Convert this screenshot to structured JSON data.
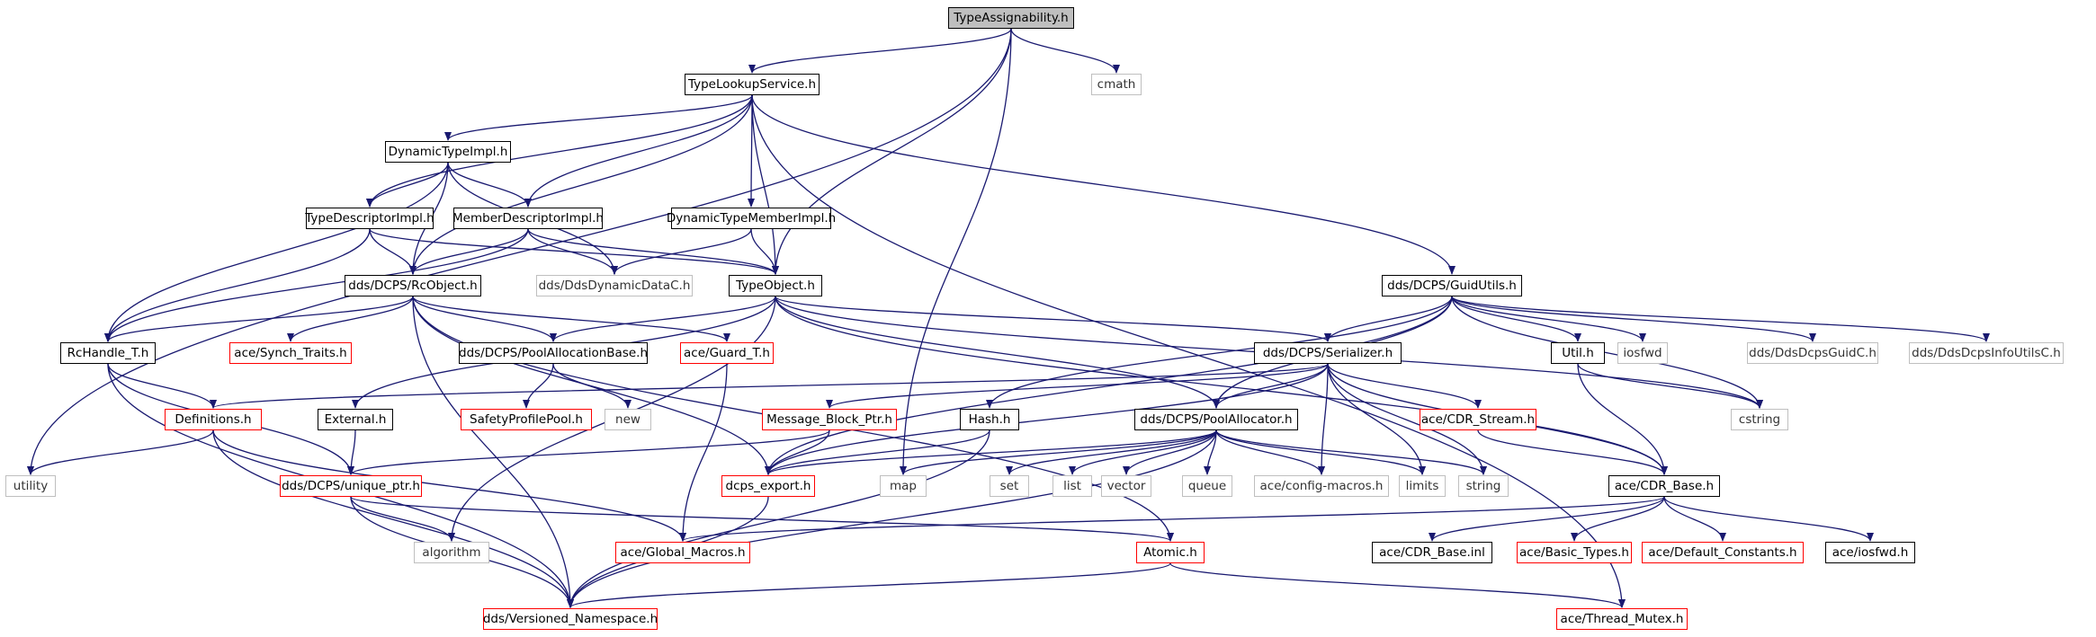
{
  "diagram": {
    "title": "TypeAssignability.h",
    "colors": {
      "edge": "#191970",
      "normal_border": "#000000",
      "incomplete_border": "#ff0000",
      "external_border": "#bfbfbf",
      "root_fill": "#bfbfbf"
    },
    "nodes": [
      {
        "id": "typeassignability",
        "label": "TypeAssignability.h",
        "kind": "root"
      },
      {
        "id": "typelookupservice",
        "label": "TypeLookupService.h",
        "kind": "black"
      },
      {
        "id": "cmath",
        "label": "cmath",
        "kind": "gray"
      },
      {
        "id": "dynamictypeimpl",
        "label": "DynamicTypeImpl.h",
        "kind": "black"
      },
      {
        "id": "typedescriptorimpl",
        "label": "TypeDescriptorImpl.h",
        "kind": "black"
      },
      {
        "id": "memberdescriptorimpl",
        "label": "MemberDescriptorImpl.h",
        "kind": "black"
      },
      {
        "id": "dynamictypememberimpl",
        "label": "DynamicTypeMemberImpl.h",
        "kind": "black"
      },
      {
        "id": "rcobject",
        "label": "dds/DCPS/RcObject.h",
        "kind": "black"
      },
      {
        "id": "ddsdynamicdatac",
        "label": "dds/DdsDynamicDataC.h",
        "kind": "gray"
      },
      {
        "id": "typeobject",
        "label": "TypeObject.h",
        "kind": "black"
      },
      {
        "id": "guidutils",
        "label": "dds/DCPS/GuidUtils.h",
        "kind": "black"
      },
      {
        "id": "rchandle",
        "label": "RcHandle_T.h",
        "kind": "black"
      },
      {
        "id": "synchtraits",
        "label": "ace/Synch_Traits.h",
        "kind": "red"
      },
      {
        "id": "poolallocationbase",
        "label": "dds/DCPS/PoolAllocationBase.h",
        "kind": "black"
      },
      {
        "id": "guardt",
        "label": "ace/Guard_T.h",
        "kind": "red"
      },
      {
        "id": "serializer",
        "label": "dds/DCPS/Serializer.h",
        "kind": "black"
      },
      {
        "id": "utilh",
        "label": "Util.h",
        "kind": "black"
      },
      {
        "id": "iosfwd",
        "label": "iosfwd",
        "kind": "gray"
      },
      {
        "id": "ddsdcpsguidc",
        "label": "dds/DdsDcpsGuidC.h",
        "kind": "gray"
      },
      {
        "id": "ddsdcpsinfoutilsc",
        "label": "dds/DdsDcpsInfoUtilsC.h",
        "kind": "gray"
      },
      {
        "id": "definitions",
        "label": "Definitions.h",
        "kind": "red"
      },
      {
        "id": "externalh",
        "label": "External.h",
        "kind": "black"
      },
      {
        "id": "safetyprofilepool",
        "label": "SafetyProfilePool.h",
        "kind": "red"
      },
      {
        "id": "new",
        "label": "new",
        "kind": "gray"
      },
      {
        "id": "messageblockptr",
        "label": "Message_Block_Ptr.h",
        "kind": "red"
      },
      {
        "id": "hashh",
        "label": "Hash.h",
        "kind": "black"
      },
      {
        "id": "poolallocator",
        "label": "dds/DCPS/PoolAllocator.h",
        "kind": "black"
      },
      {
        "id": "cdrstream",
        "label": "ace/CDR_Stream.h",
        "kind": "red"
      },
      {
        "id": "cstring",
        "label": "cstring",
        "kind": "gray"
      },
      {
        "id": "utility",
        "label": "utility",
        "kind": "gray"
      },
      {
        "id": "uniqueptr",
        "label": "dds/DCPS/unique_ptr.h",
        "kind": "red"
      },
      {
        "id": "dcpsexport",
        "label": "dcps_export.h",
        "kind": "red"
      },
      {
        "id": "map",
        "label": "map",
        "kind": "gray"
      },
      {
        "id": "set",
        "label": "set",
        "kind": "gray"
      },
      {
        "id": "list",
        "label": "list",
        "kind": "gray"
      },
      {
        "id": "vector",
        "label": "vector",
        "kind": "gray"
      },
      {
        "id": "queue",
        "label": "queue",
        "kind": "gray"
      },
      {
        "id": "configmacros",
        "label": "ace/config-macros.h",
        "kind": "gray"
      },
      {
        "id": "limits",
        "label": "limits",
        "kind": "gray"
      },
      {
        "id": "string",
        "label": "string",
        "kind": "gray"
      },
      {
        "id": "cdrbase",
        "label": "ace/CDR_Base.h",
        "kind": "black"
      },
      {
        "id": "algorithm",
        "label": "algorithm",
        "kind": "gray"
      },
      {
        "id": "globalmacros",
        "label": "ace/Global_Macros.h",
        "kind": "red"
      },
      {
        "id": "atomic",
        "label": "Atomic.h",
        "kind": "red"
      },
      {
        "id": "cdrbaseinl",
        "label": "ace/CDR_Base.inl",
        "kind": "black"
      },
      {
        "id": "basictypes",
        "label": "ace/Basic_Types.h",
        "kind": "red"
      },
      {
        "id": "defaultconstants",
        "label": "ace/Default_Constants.h",
        "kind": "red"
      },
      {
        "id": "aceiosfwd",
        "label": "ace/iosfwd.h",
        "kind": "black"
      },
      {
        "id": "versionednamespace",
        "label": "dds/Versioned_Namespace.h",
        "kind": "red"
      },
      {
        "id": "threadmutex",
        "label": "ace/Thread_Mutex.h",
        "kind": "red"
      }
    ],
    "edges": [
      [
        "typeassignability",
        "typelookupservice"
      ],
      [
        "typeassignability",
        "cmath"
      ],
      [
        "typeassignability",
        "utility"
      ],
      [
        "typeassignability",
        "typeobject"
      ],
      [
        "typeassignability",
        "map"
      ],
      [
        "typelookupservice",
        "dynamictypeimpl"
      ],
      [
        "typelookupservice",
        "typedescriptorimpl"
      ],
      [
        "typelookupservice",
        "memberdescriptorimpl"
      ],
      [
        "typelookupservice",
        "dynamictypememberimpl"
      ],
      [
        "typelookupservice",
        "rcobject"
      ],
      [
        "typelookupservice",
        "typeobject"
      ],
      [
        "typelookupservice",
        "guidutils"
      ],
      [
        "typelookupservice",
        "threadmutex"
      ],
      [
        "dynamictypeimpl",
        "typedescriptorimpl"
      ],
      [
        "dynamictypeimpl",
        "memberdescriptorimpl"
      ],
      [
        "dynamictypeimpl",
        "rcobject"
      ],
      [
        "dynamictypeimpl",
        "ddsdynamicdatac"
      ],
      [
        "dynamictypeimpl",
        "rchandle"
      ],
      [
        "typedescriptorimpl",
        "rcobject"
      ],
      [
        "typedescriptorimpl",
        "typeobject"
      ],
      [
        "typedescriptorimpl",
        "rchandle"
      ],
      [
        "memberdescriptorimpl",
        "rcobject"
      ],
      [
        "memberdescriptorimpl",
        "ddsdynamicdatac"
      ],
      [
        "memberdescriptorimpl",
        "typeobject"
      ],
      [
        "memberdescriptorimpl",
        "rchandle"
      ],
      [
        "dynamictypememberimpl",
        "ddsdynamicdatac"
      ],
      [
        "dynamictypememberimpl",
        "typeobject"
      ],
      [
        "rcobject",
        "rchandle"
      ],
      [
        "rcobject",
        "synchtraits"
      ],
      [
        "rcobject",
        "poolallocationbase"
      ],
      [
        "rcobject",
        "guardt"
      ],
      [
        "rcobject",
        "dcpsexport"
      ],
      [
        "rcobject",
        "atomic"
      ],
      [
        "rcobject",
        "versionednamespace"
      ],
      [
        "typeobject",
        "poolallocationbase"
      ],
      [
        "typeobject",
        "serializer"
      ],
      [
        "typeobject",
        "poolallocator"
      ],
      [
        "typeobject",
        "externalh"
      ],
      [
        "typeobject",
        "algorithm"
      ],
      [
        "typeobject",
        "cdrbase"
      ],
      [
        "typeobject",
        "cstring"
      ],
      [
        "guidutils",
        "serializer"
      ],
      [
        "guidutils",
        "utilh"
      ],
      [
        "guidutils",
        "iosfwd"
      ],
      [
        "guidutils",
        "ddsdcpsguidc"
      ],
      [
        "guidutils",
        "ddsdcpsinfoutilsc"
      ],
      [
        "guidutils",
        "cstring"
      ],
      [
        "guidutils",
        "poolallocator"
      ],
      [
        "guidutils",
        "hashh"
      ],
      [
        "guidutils",
        "dcpsexport"
      ],
      [
        "rchandle",
        "definitions"
      ],
      [
        "rchandle",
        "uniqueptr"
      ],
      [
        "rchandle",
        "versionednamespace"
      ],
      [
        "poolallocationbase",
        "safetyprofilepool"
      ],
      [
        "poolallocationbase",
        "new"
      ],
      [
        "guardt",
        "globalmacros"
      ],
      [
        "serializer",
        "definitions"
      ],
      [
        "serializer",
        "messageblockptr"
      ],
      [
        "serializer",
        "poolallocator"
      ],
      [
        "serializer",
        "cdrstream"
      ],
      [
        "serializer",
        "cdrbase"
      ],
      [
        "serializer",
        "dcpsexport"
      ],
      [
        "serializer",
        "configmacros"
      ],
      [
        "serializer",
        "limits"
      ],
      [
        "serializer",
        "string"
      ],
      [
        "utilh",
        "cstring"
      ],
      [
        "utilh",
        "cdrbase"
      ],
      [
        "definitions",
        "utility"
      ],
      [
        "definitions",
        "globalmacros"
      ],
      [
        "definitions",
        "versionednamespace"
      ],
      [
        "externalh",
        "uniqueptr"
      ],
      [
        "messageblockptr",
        "uniqueptr"
      ],
      [
        "messageblockptr",
        "dcpsexport"
      ],
      [
        "hashh",
        "dcpsexport"
      ],
      [
        "hashh",
        "versionednamespace"
      ],
      [
        "poolallocator",
        "map"
      ],
      [
        "poolallocator",
        "set"
      ],
      [
        "poolallocator",
        "list"
      ],
      [
        "poolallocator",
        "vector"
      ],
      [
        "poolallocator",
        "queue"
      ],
      [
        "poolallocator",
        "configmacros"
      ],
      [
        "poolallocator",
        "limits"
      ],
      [
        "poolallocator",
        "string"
      ],
      [
        "poolallocator",
        "dcpsexport"
      ],
      [
        "poolallocator",
        "versionednamespace"
      ],
      [
        "cdrstream",
        "cdrbase"
      ],
      [
        "uniqueptr",
        "algorithm"
      ],
      [
        "uniqueptr",
        "atomic"
      ],
      [
        "uniqueptr",
        "versionednamespace"
      ],
      [
        "dcpsexport",
        "versionednamespace"
      ],
      [
        "cdrbase",
        "globalmacros"
      ],
      [
        "cdrbase",
        "cdrbaseinl"
      ],
      [
        "cdrbase",
        "basictypes"
      ],
      [
        "cdrbase",
        "defaultconstants"
      ],
      [
        "cdrbase",
        "aceiosfwd"
      ],
      [
        "atomic",
        "versionednamespace"
      ],
      [
        "atomic",
        "threadmutex"
      ]
    ]
  }
}
